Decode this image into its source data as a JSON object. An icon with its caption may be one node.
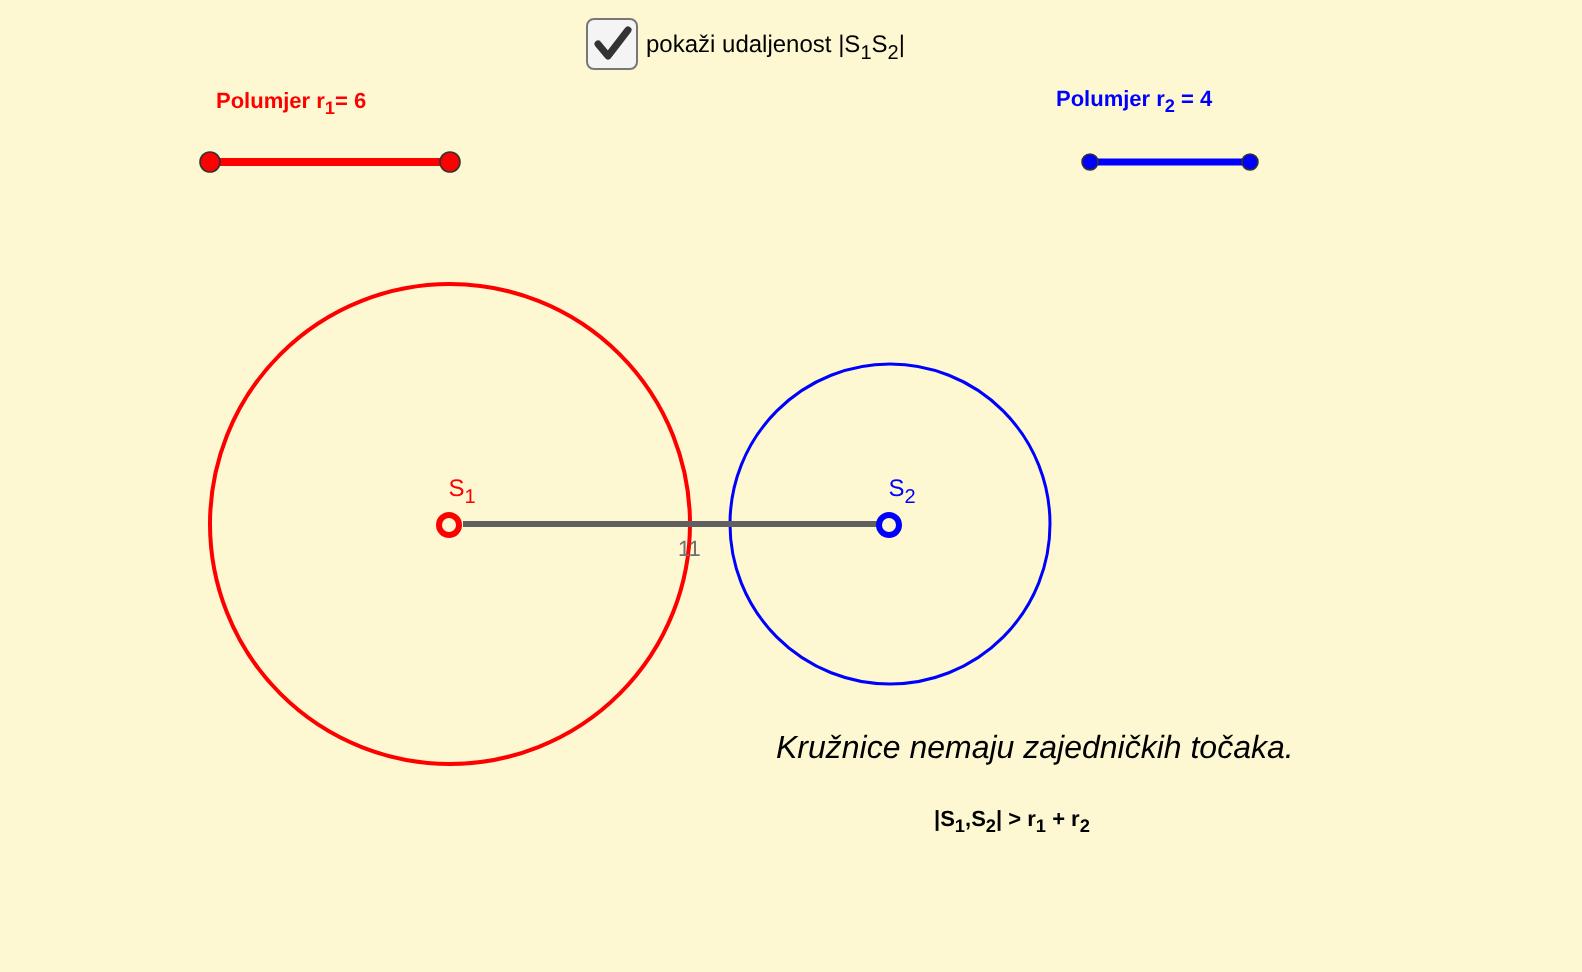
{
  "diagram": {
    "nodes": [
      {
        "text": [
          "S$_{1}$"
        ]
      },
      {
        "text": [
          "S$_{2}$"
        ]
      }
    ],
    "edges": [
      {
        "from": 0,
        "to": 1,
        "arrow": "none",
        "label": "11"
      }
    ],
    "labels": [
      "pokaži udaljenost |S$_{1}$S$_{2}$|",
      "Polumjer r$_{1}$= 6",
      "Polumjer r$_{2}$ = 4",
      "Kružnice nemaju zajedničkih točaka.",
      "|S$_{1}$,S$_{2}$| > r$_{1}$ + r$_{2}$"
    ]
  }
}
